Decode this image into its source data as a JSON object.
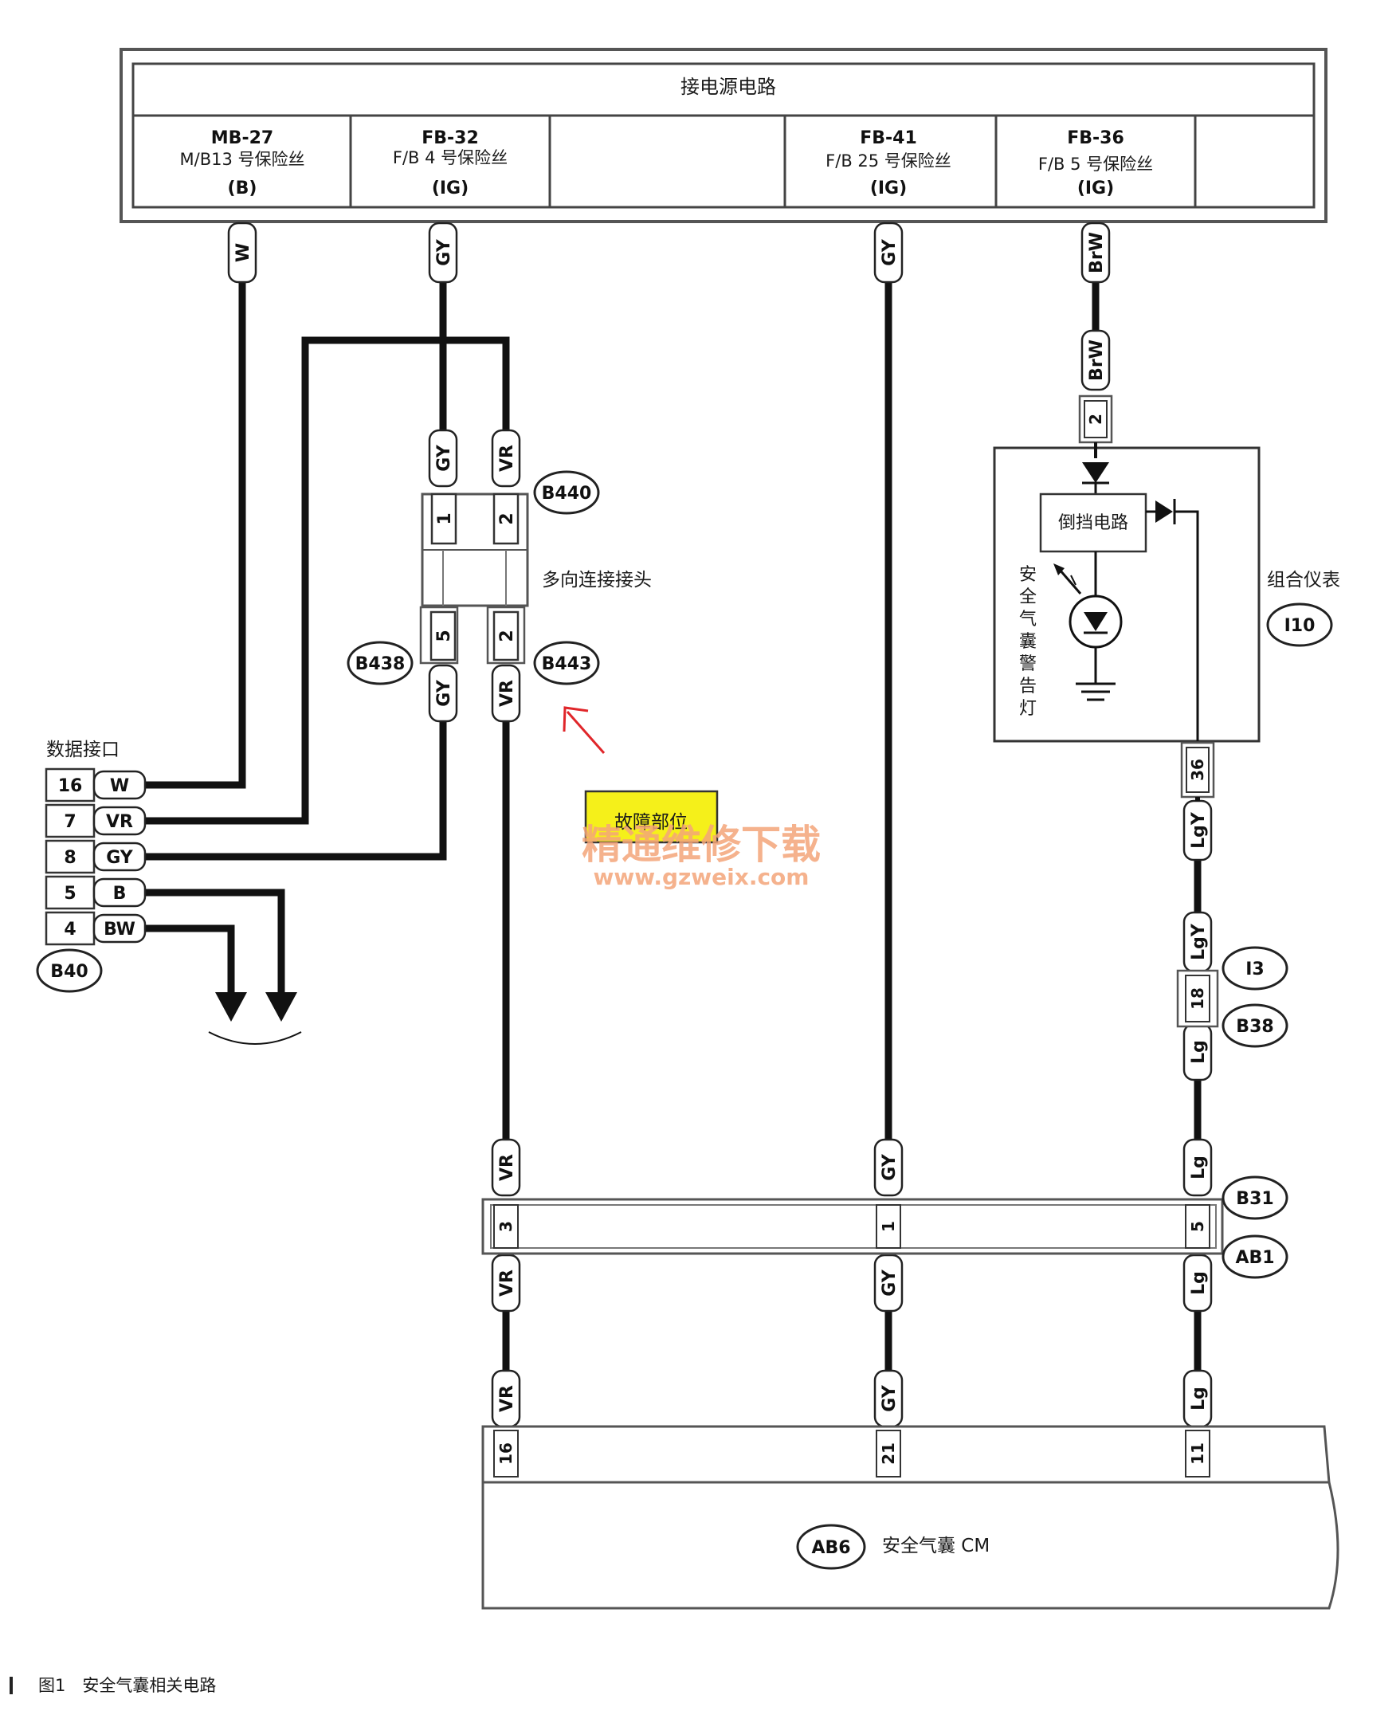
{
  "power_box": {
    "title": "接电源电路",
    "fuses": [
      {
        "id": "MB-27",
        "desc": "M/B13 号保险丝",
        "type": "(B)"
      },
      {
        "id": "FB-32",
        "desc": "F/B 4 号保险丝",
        "type": "(IG)"
      },
      {
        "id": "FB-41",
        "desc": "F/B 25 号保险丝",
        "type": "(IG)"
      },
      {
        "id": "FB-36",
        "desc": "F/B 5 号保险丝",
        "type": "(IG)"
      }
    ]
  },
  "wires": {
    "w": "W",
    "gy": "GY",
    "vr": "VR",
    "brw": "BrW",
    "lgy": "LgY",
    "lg": "Lg",
    "b": "B",
    "bw": "BW"
  },
  "pins": {
    "b440_1": "1",
    "b440_2": "2",
    "b438_5": "5",
    "b443_2": "2",
    "i10_2": "2",
    "i10_36": "36",
    "b38_18": "18",
    "b31_3": "3",
    "b31_1": "1",
    "b31_5": "5",
    "ab6_16": "16",
    "ab6_21": "21",
    "ab6_11": "11"
  },
  "connectors": {
    "b440": "B440",
    "b438": "B438",
    "b443": "B443",
    "b40": "B40",
    "i10": "I10",
    "i3": "I3",
    "b38": "B38",
    "b31": "B31",
    "ab1": "AB1",
    "ab6": "AB6"
  },
  "labels": {
    "joint": "多向连接接头",
    "data_link": "数据接口",
    "meter": "组合仪表",
    "backup": "倒挡电路",
    "lamp": [
      "安",
      "全",
      "气",
      "囊",
      "警",
      "告",
      "灯"
    ],
    "fault": "故障部位",
    "airbag_cm": "安全气囊 CM",
    "caption": "图1　安全气囊相关电路"
  },
  "watermark": {
    "line1": "精通维修下载",
    "line2": "www.gzweix.com"
  },
  "data_link_pins": [
    {
      "pin": "16",
      "wire": "W"
    },
    {
      "pin": "7",
      "wire": "VR"
    },
    {
      "pin": "8",
      "wire": "GY"
    },
    {
      "pin": "5",
      "wire": "B"
    },
    {
      "pin": "4",
      "wire": "BW"
    }
  ],
  "colors": {
    "highlight": "#f5f01a",
    "arrow": "#e0262a",
    "watermark": "#f4a57a"
  }
}
